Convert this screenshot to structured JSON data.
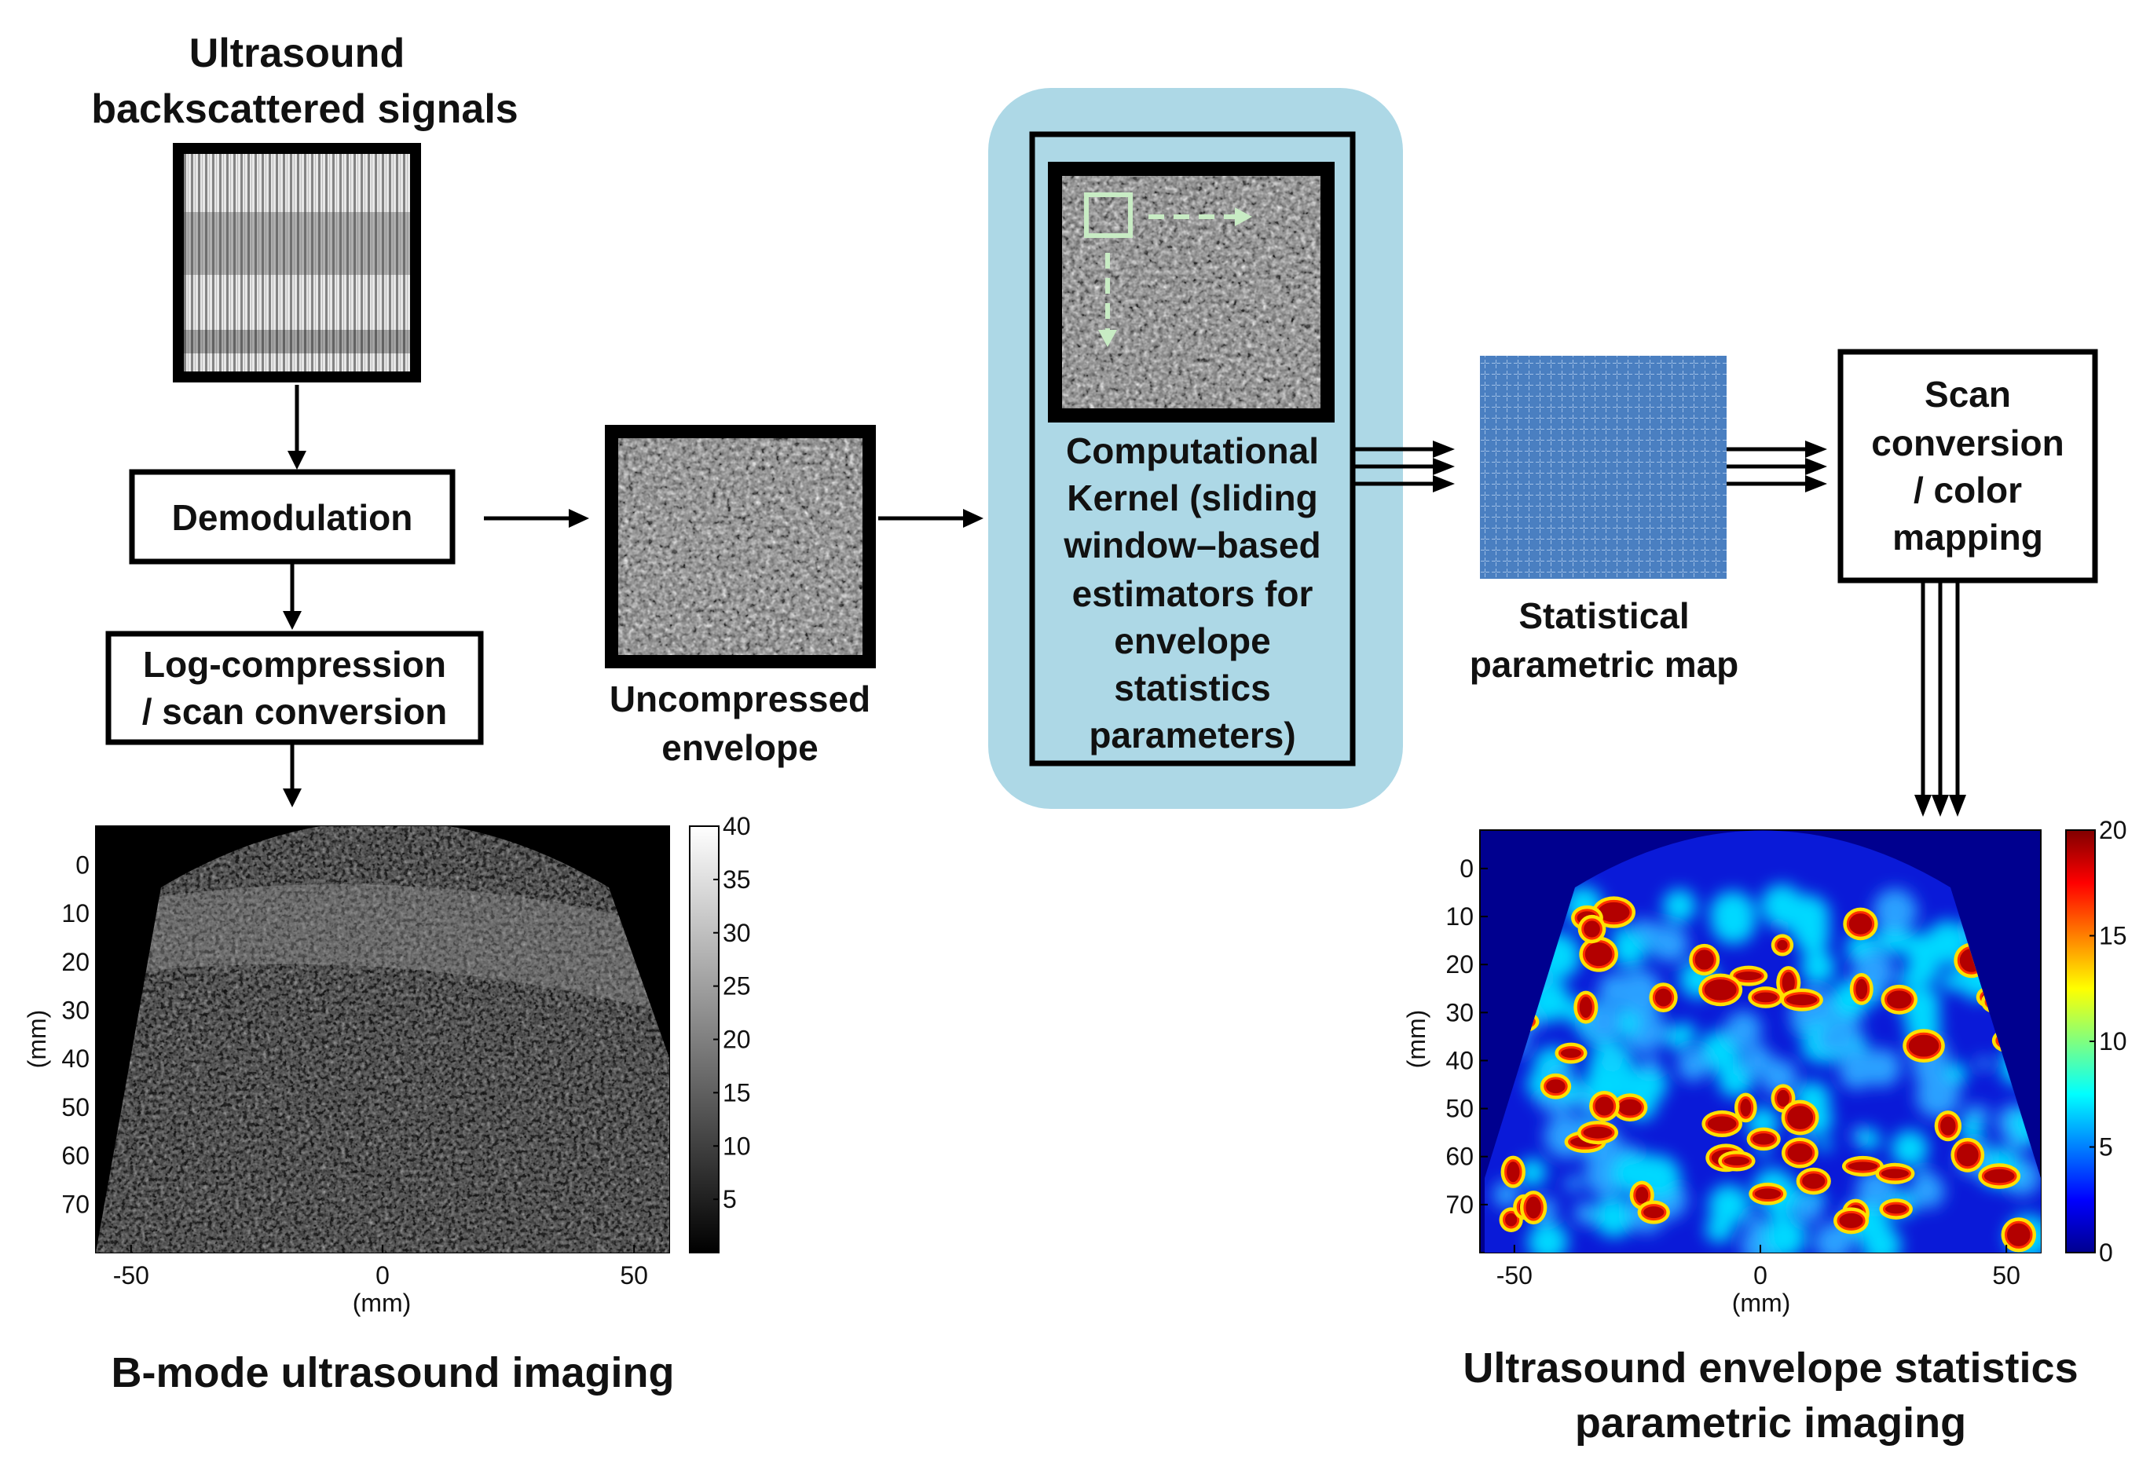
{
  "titles": {
    "signals_title_line1": "Ultrasound",
    "signals_title_line2": "backscattered signals",
    "bmode_caption": "B-mode ultrasound imaging",
    "param_caption_line1": "Ultrasound envelope statistics",
    "param_caption_line2": "parametric imaging"
  },
  "boxes": {
    "demodulation": "Demodulation",
    "log_line1": "Log-compression",
    "log_line2": "/ scan conversion",
    "envelope_line1": "Uncompressed",
    "envelope_line2": "envelope",
    "kernel_lines": [
      "Computational",
      "Kernel (sliding",
      "window–based",
      "estimators for",
      "envelope",
      "statistics",
      "parameters)"
    ],
    "map_line1": "Statistical",
    "map_line2": "parametric map",
    "scan_lines": [
      "Scan",
      "conversion",
      "/ color",
      "mapping"
    ]
  },
  "colors": {
    "kernel_highlight": "#add8e6",
    "map_blue": "#4a7fc1",
    "window_marker": "#c8ecc4",
    "jet_dark_red": "#800000",
    "jet_dark_blue": "#00008f"
  },
  "bmode_plot": {
    "ylabel": "(mm)",
    "xlabel": "(mm)",
    "y_ticks": [
      "0",
      "10",
      "20",
      "30",
      "40",
      "50",
      "60",
      "70"
    ],
    "x_ticks": [
      "-50",
      "0",
      "50"
    ],
    "colorbar_ticks": [
      "40",
      "35",
      "30",
      "25",
      "20",
      "15",
      "10",
      "5"
    ],
    "colormap": "gray",
    "x_range": [
      -57,
      57
    ],
    "y_range": [
      -8,
      80
    ],
    "colorbar_range": [
      0,
      40
    ]
  },
  "param_plot": {
    "ylabel": "(mm)",
    "xlabel": "(mm)",
    "y_ticks": [
      "0",
      "10",
      "20",
      "30",
      "40",
      "50",
      "60",
      "70"
    ],
    "x_ticks": [
      "-50",
      "0",
      "50"
    ],
    "colorbar_ticks": [
      "20",
      "15",
      "10",
      "5",
      "0"
    ],
    "colormap": "jet",
    "x_range": [
      -57,
      57
    ],
    "y_range": [
      -8,
      80
    ],
    "colorbar_range": [
      0,
      20
    ]
  }
}
